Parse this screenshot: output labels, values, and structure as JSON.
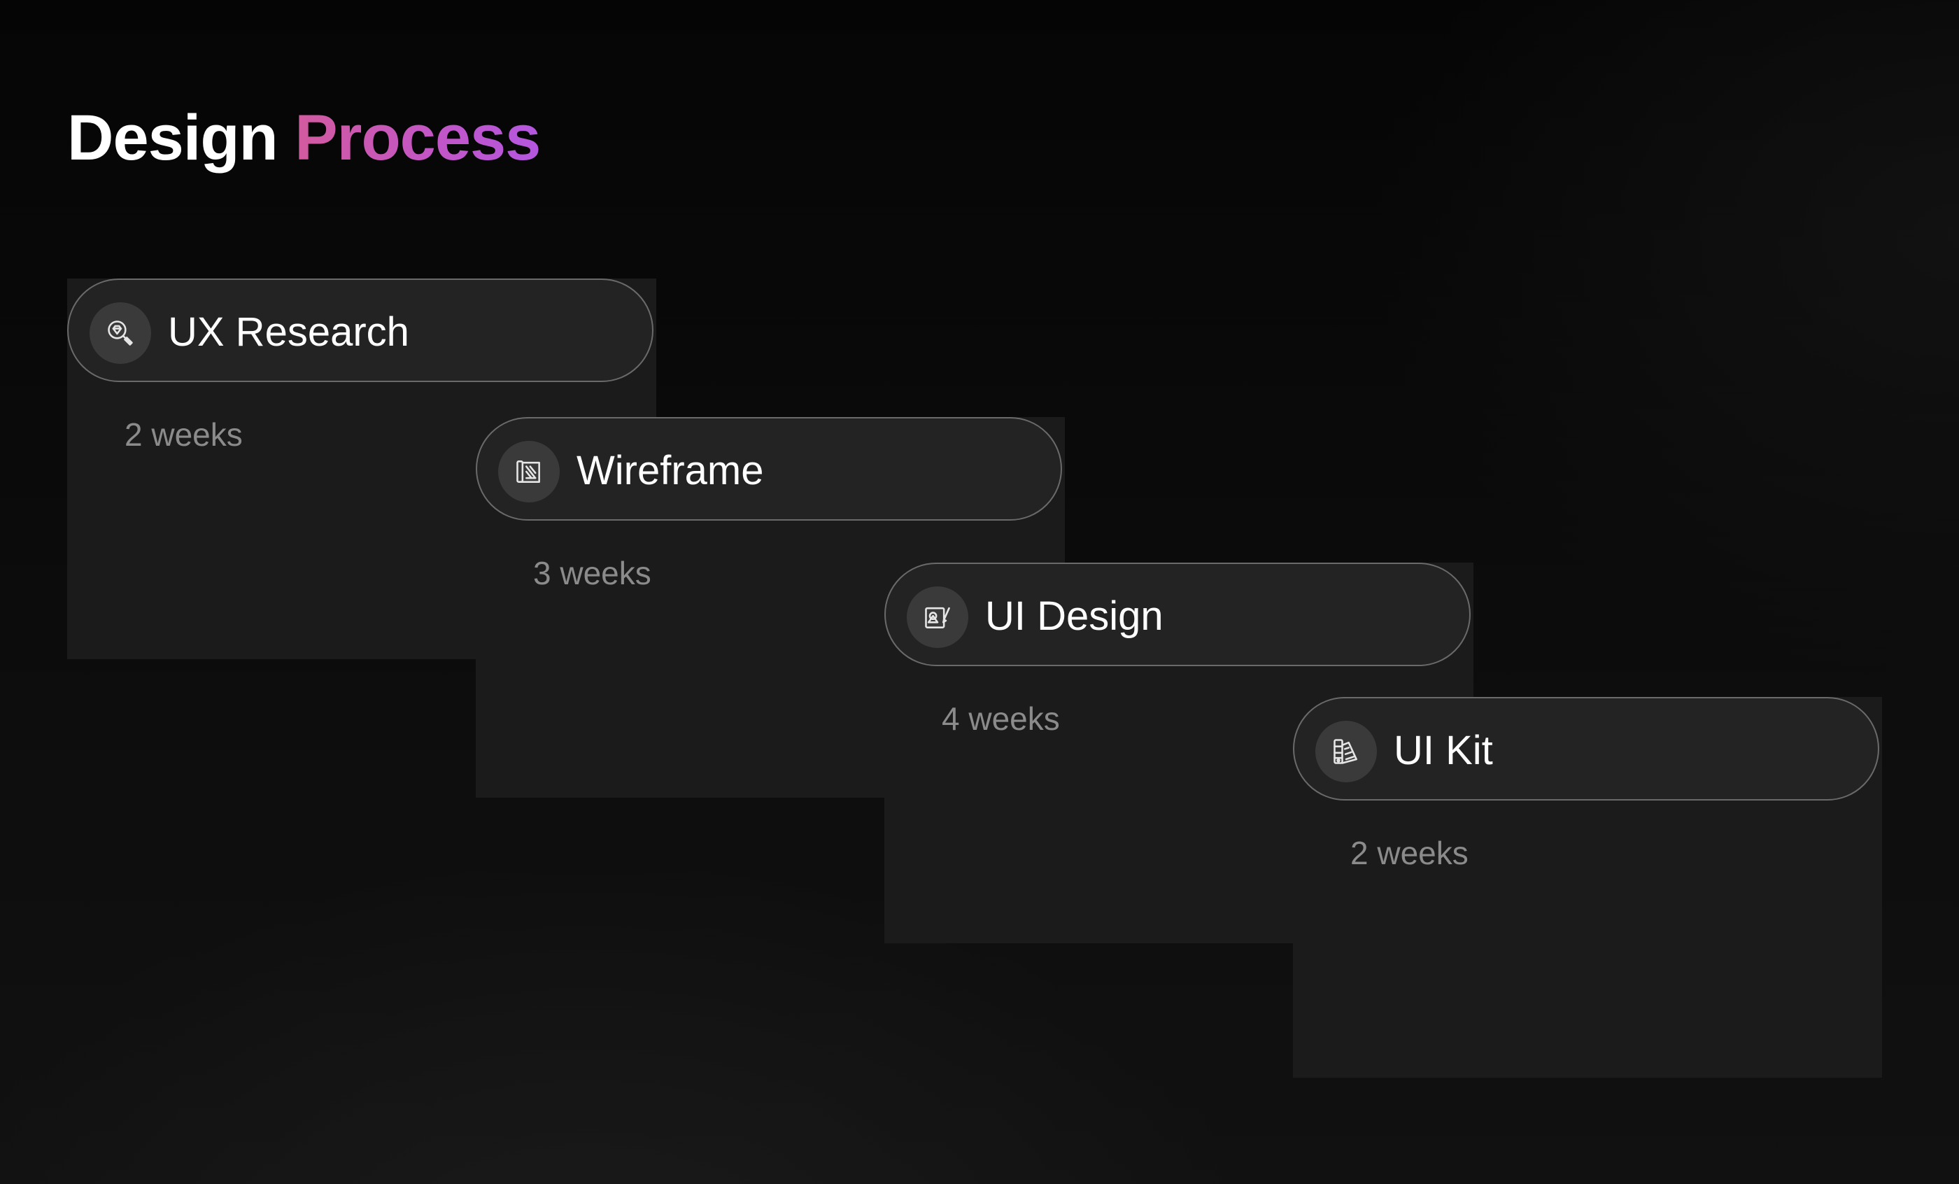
{
  "title": {
    "part1": "Design",
    "part2": "Process"
  },
  "colors": {
    "background": "#0b0b0b",
    "accent_gradient_start": "#d25a9e",
    "accent_gradient_end": "#b457e0",
    "panel": "#1b1b1b",
    "pill": "#232323",
    "muted_text": "#8b8b8b"
  },
  "stages": [
    {
      "label": "UX Research",
      "duration": "2 weeks",
      "icon": "magnifier-gem-icon"
    },
    {
      "label": "Wireframe",
      "duration": "3 weeks",
      "icon": "blueprint-icon"
    },
    {
      "label": "UI Design",
      "duration": "4 weeks",
      "icon": "design-pen-icon"
    },
    {
      "label": "UI Kit",
      "duration": "2 weeks",
      "icon": "swatch-kit-icon"
    }
  ]
}
